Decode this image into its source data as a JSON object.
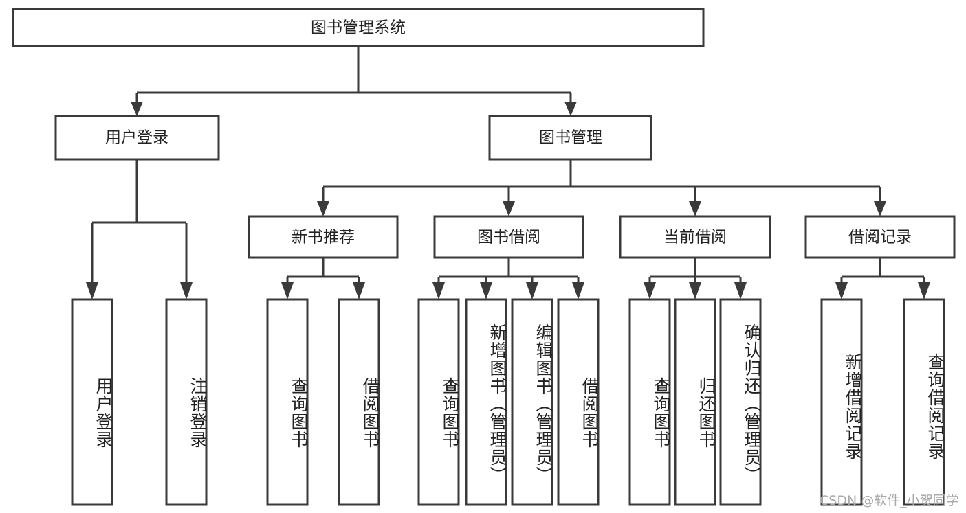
{
  "diagram": {
    "type": "hierarchy-tree",
    "title": "图书管理系统",
    "colors": {
      "stroke": "#3a3a3a",
      "fill": "#ffffff",
      "text": "#222222",
      "watermark": "#a8a8a8",
      "background": "#ffffff"
    },
    "levels": {
      "root": {
        "label": "图书管理系统"
      },
      "level2": [
        {
          "id": "user-login",
          "label": "用户登录"
        },
        {
          "id": "book-management",
          "label": "图书管理"
        }
      ],
      "level3": [
        {
          "id": "new-book-recommend",
          "label": "新书推荐"
        },
        {
          "id": "book-borrow",
          "label": "图书借阅"
        },
        {
          "id": "current-borrow",
          "label": "当前借阅"
        },
        {
          "id": "borrow-record",
          "label": "借阅记录"
        }
      ],
      "leaves": [
        {
          "id": "leaf-user-login",
          "label": "用户登录",
          "parent": "user-login"
        },
        {
          "id": "leaf-logout-login",
          "label": "注销登录",
          "parent": "user-login"
        },
        {
          "id": "leaf-query-book-1",
          "label": "查询图书",
          "parent": "new-book-recommend"
        },
        {
          "id": "leaf-borrow-book-1",
          "label": "借阅图书",
          "parent": "new-book-recommend"
        },
        {
          "id": "leaf-query-book-2",
          "label": "查询图书",
          "parent": "book-borrow"
        },
        {
          "id": "leaf-add-book",
          "label": "新增图书（管理员）",
          "parent": "book-borrow"
        },
        {
          "id": "leaf-edit-book",
          "label": "编辑图书（管理员）",
          "parent": "book-borrow"
        },
        {
          "id": "leaf-borrow-book-2",
          "label": "借阅图书",
          "parent": "book-borrow"
        },
        {
          "id": "leaf-query-book-3",
          "label": "查询图书",
          "parent": "current-borrow"
        },
        {
          "id": "leaf-return-book",
          "label": "归还图书",
          "parent": "current-borrow"
        },
        {
          "id": "leaf-confirm-return",
          "label": "确认归还（管理员）",
          "parent": "current-borrow"
        },
        {
          "id": "leaf-add-record",
          "label": "新增借阅记录",
          "parent": "borrow-record"
        },
        {
          "id": "leaf-query-record",
          "label": "查询借阅记录",
          "parent": "borrow-record"
        }
      ]
    }
  },
  "watermark": {
    "text": "CSDN @软件_小贺同学"
  }
}
